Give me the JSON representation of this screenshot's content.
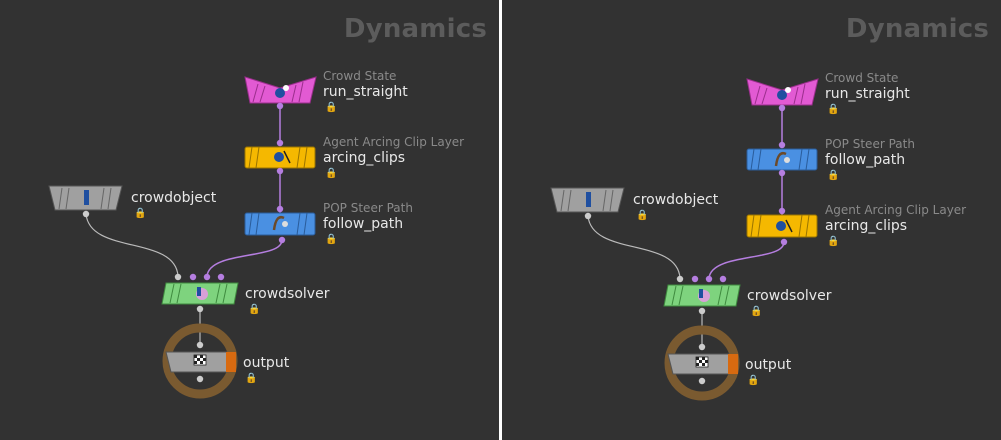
{
  "panels": [
    {
      "context": "Dynamics",
      "nodes": {
        "crowd_state": {
          "type": "Crowd State",
          "name": "run_straight",
          "color": "#e25ad3",
          "icon": "agent-icon"
        },
        "clip_layer": {
          "type": "Agent Arcing Clip Layer",
          "name": "arcing_clips",
          "color": "#f5b800",
          "icon": "agent-arc-icon"
        },
        "steer_path": {
          "type": "POP Steer Path",
          "name": "follow_path",
          "color": "#4a90e2",
          "icon": "steer-icon"
        },
        "crowdobject": {
          "name": "crowdobject",
          "color": "#a0a0a0",
          "icon": "agent-icon"
        },
        "crowdsolver": {
          "name": "crowdsolver",
          "color": "#7ed37e",
          "icon": "solver-icon"
        },
        "output": {
          "name": "output",
          "color": "#a0a0a0",
          "icon": "flag-icon"
        }
      }
    },
    {
      "context": "Dynamics",
      "nodes": {
        "crowd_state": {
          "type": "Crowd State",
          "name": "run_straight",
          "color": "#e25ad3",
          "icon": "agent-icon"
        },
        "steer_path": {
          "type": "POP Steer Path",
          "name": "follow_path",
          "color": "#4a90e2",
          "icon": "steer-icon"
        },
        "clip_layer": {
          "type": "Agent Arcing Clip Layer",
          "name": "arcing_clips",
          "color": "#f5b800",
          "icon": "agent-arc-icon"
        },
        "crowdobject": {
          "name": "crowdobject",
          "color": "#a0a0a0",
          "icon": "agent-icon"
        },
        "crowdsolver": {
          "name": "crowdsolver",
          "color": "#7ed37e",
          "icon": "solver-icon"
        },
        "output": {
          "name": "output",
          "color": "#a0a0a0",
          "icon": "flag-icon"
        }
      }
    }
  ],
  "colors": {
    "background": "#323232",
    "wire_purple": "#b57ee0",
    "wire_gray": "#bbbbbb",
    "ring": "#7a5a30",
    "output_tab": "#d86a10"
  }
}
